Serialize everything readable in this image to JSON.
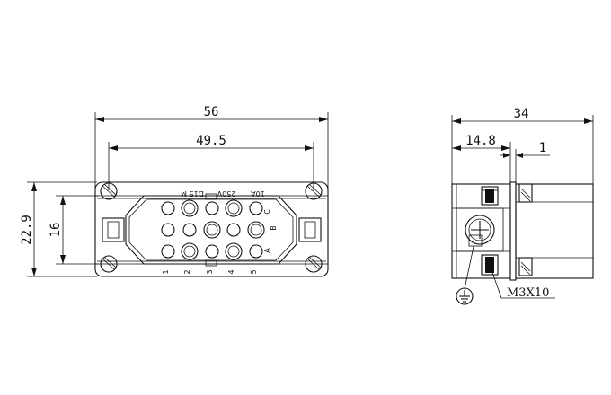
{
  "front_view": {
    "dimensions": {
      "overall_width": "56",
      "hole_pitch": "49.5",
      "overall_height": "22.9",
      "inner_height": "16"
    },
    "marking_text": "D15  M",
    "rating_voltage": "250V",
    "rating_current": "10A",
    "row_letters": [
      "C",
      "B",
      "A"
    ],
    "column_numbers": [
      "1",
      "2",
      "3",
      "4",
      "5"
    ]
  },
  "side_view": {
    "dimensions": {
      "overall_width": "34",
      "insert_offset": "14.8",
      "flange_thickness": "1"
    },
    "screw_callout": "M3X10",
    "ground_symbol": "protective-earth"
  }
}
